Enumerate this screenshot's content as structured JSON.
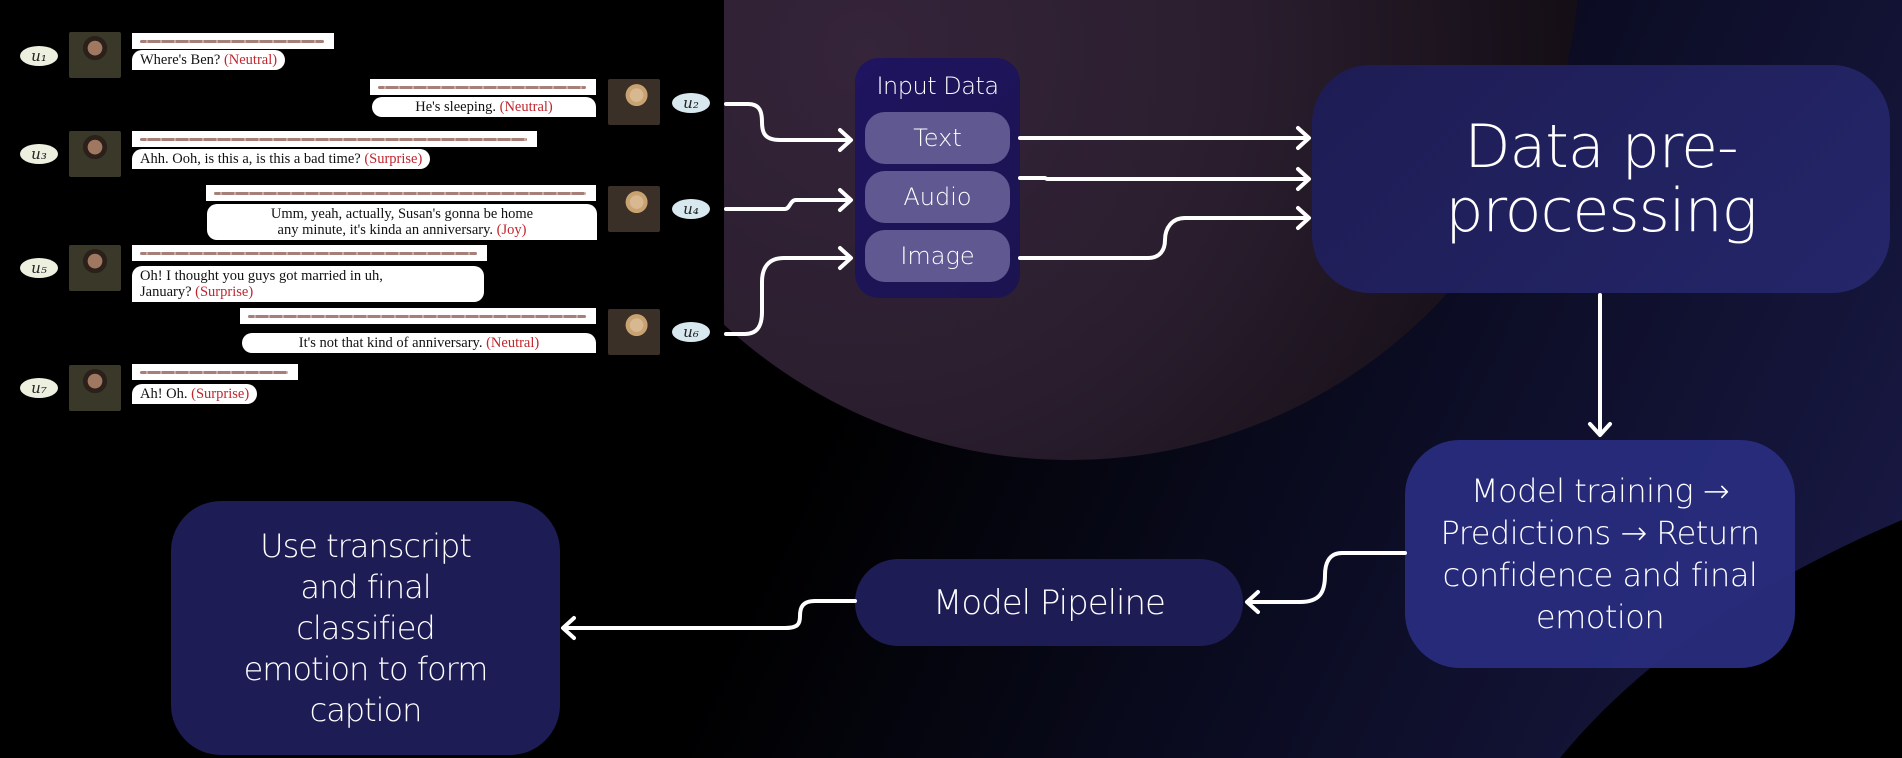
{
  "transcript": {
    "utterances": [
      {
        "id": "u1",
        "label": "u₁",
        "speaker": "left",
        "text": "Where's Ben?",
        "emotion": "(Neutral)"
      },
      {
        "id": "u2",
        "label": "u₂",
        "speaker": "right",
        "text": "He's sleeping.",
        "emotion": "(Neutral)"
      },
      {
        "id": "u3",
        "label": "u₃",
        "speaker": "left",
        "text": "Ahh. Ooh, is this a, is this a bad time?",
        "emotion": "(Surprise)"
      },
      {
        "id": "u4",
        "label": "u₄",
        "speaker": "right",
        "text_line1": "Umm, yeah, actually, Susan's gonna be home",
        "text": "any minute, it's kinda an anniversary.",
        "emotion": "(Joy)"
      },
      {
        "id": "u5",
        "label": "u₅",
        "speaker": "left",
        "text_line1": "Oh! I thought you guys got married in uh,",
        "text": "January?",
        "emotion": "(Surprise)"
      },
      {
        "id": "u6",
        "label": "u₆",
        "speaker": "right",
        "text": "It's not that kind of anniversary.",
        "emotion": "(Neutral)"
      },
      {
        "id": "u7",
        "label": "u₇",
        "speaker": "left",
        "text": "Ah! Oh.",
        "emotion": "(Surprise)"
      }
    ]
  },
  "input_data": {
    "title": "Input Data",
    "items": [
      "Text",
      "Audio",
      "Image"
    ]
  },
  "preprocessing": {
    "line1": "Data pre-",
    "line2": "processing"
  },
  "model_training": {
    "line1": "Model training →",
    "line2": "Predictions → Return",
    "line3": "confidence and final",
    "line4": "emotion"
  },
  "model_pipeline": {
    "label": "Model Pipeline"
  },
  "caption_step": {
    "line1": "Use transcript",
    "line2": "and final",
    "line3": "classified",
    "line4": "emotion to form",
    "line5": "caption"
  },
  "colors": {
    "emotion_text": "#c0262e",
    "input_box": "#1e1460",
    "chip": "#5f5891",
    "step_box": "#1e1c54",
    "training_box": "#282c7d"
  }
}
